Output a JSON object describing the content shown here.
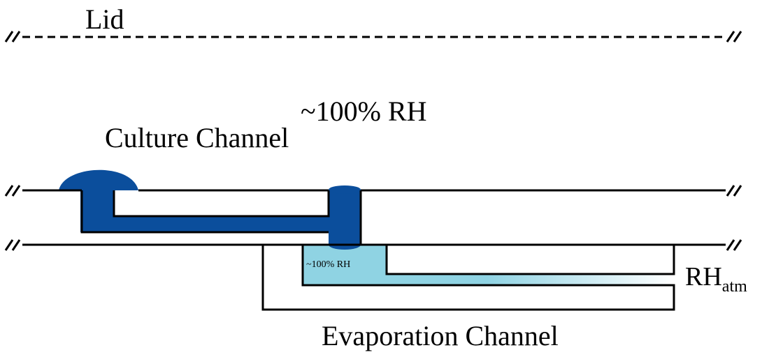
{
  "labels": {
    "lid": "Lid",
    "rh_top": "~100% RH",
    "culture_channel": "Culture Channel",
    "evaporation_channel": "Evaporation Channel",
    "rh_small": "~100% RH",
    "rh_atm_main": "RH",
    "rh_atm_sub": "atm"
  },
  "colors": {
    "liquid": "#0b4e9c",
    "vapor_start": "#8fd3e3",
    "vapor_end": "#ffffff",
    "line": "#000000"
  },
  "icons": [
    "break-mark-icon"
  ]
}
